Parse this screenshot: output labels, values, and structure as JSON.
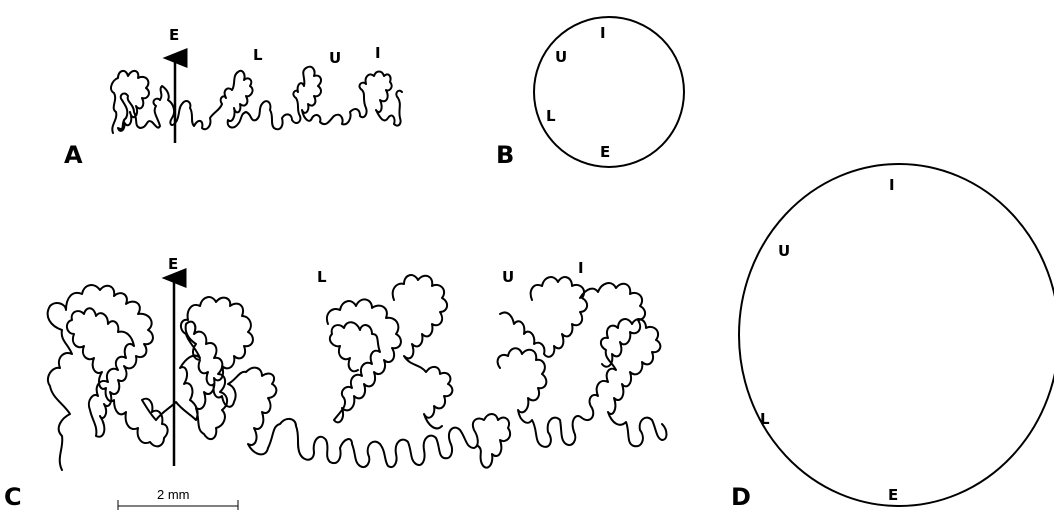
{
  "panels": {
    "a": {
      "letter": "A",
      "lobes": {
        "e": "E",
        "l": "L",
        "u": "U",
        "i": "I"
      }
    },
    "b": {
      "letter": "B",
      "lobes": {
        "e": "E",
        "l": "L",
        "u": "U",
        "i": "I"
      }
    },
    "c": {
      "letter": "C",
      "lobes": {
        "e": "E",
        "l": "L",
        "u": "U",
        "i": "I"
      }
    },
    "d": {
      "letter": "D",
      "lobes": {
        "e": "E",
        "l": "L",
        "u": "U",
        "i": "I"
      }
    }
  },
  "scale_bar": {
    "label": "2 mm"
  }
}
